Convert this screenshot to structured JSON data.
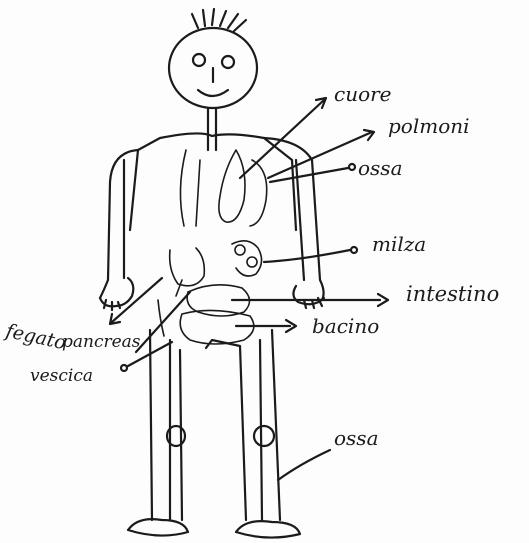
{
  "labels": {
    "cuore": "cuore",
    "polmoni": "polmoni",
    "ossa_upper": "ossa",
    "milza": "milza",
    "intestino": "intestino",
    "fegato": "fegato",
    "pancreas": "pancreas",
    "bacino": "bacino",
    "vescica": "vescica",
    "ossa_lower": "ossa"
  },
  "colors": {
    "ink": "#1b1b1b",
    "paper": "#fdfdfd"
  }
}
